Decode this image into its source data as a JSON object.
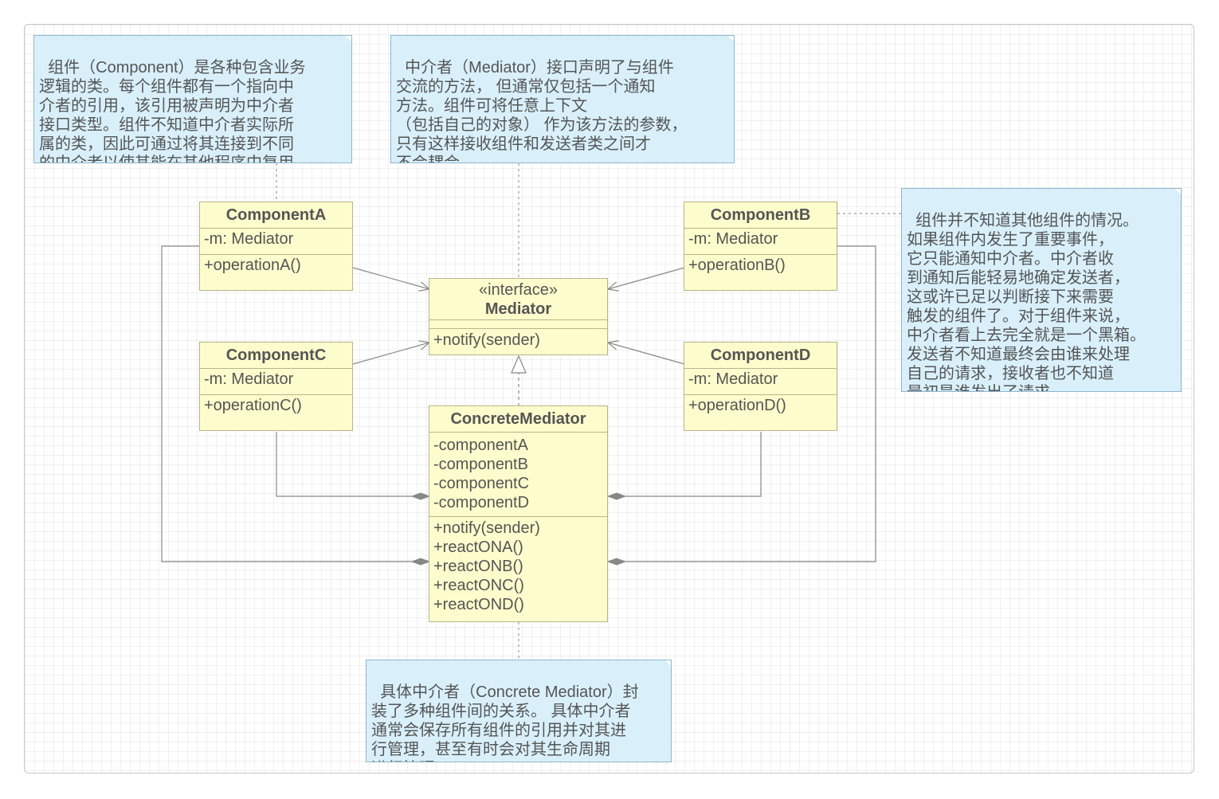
{
  "notes": {
    "component": "组件（Component）是各种包含业务\n逻辑的类。每个组件都有一个指向中\n介者的引用，该引用被声明为中介者\n接口类型。组件不知道中介者实际所\n属的类，因此可通过将其连接到不同\n的中介者以使其能在其他程序中复用。",
    "mediator": "中介者（Mediator）接口声明了与组件\n交流的方法， 但通常仅包括一个通知\n方法。组件可将任意上下文\n（包括自己的对象） 作为该方法的参数，\n只有这样接收组件和发送者类之间才\n不会耦合。",
    "components_unaware": "组件并不知道其他组件的情况。\n如果组件内发生了重要事件，\n它只能通知中介者。中介者收\n到通知后能轻易地确定发送者，\n这或许已足以判断接下来需要\n触发的组件了。对于组件来说，\n中介者看上去完全就是一个黑箱。\n发送者不知道最终会由谁来处理\n自己的请求，接收者也不知道\n最初是谁发出了请求。",
    "concrete_mediator": "具体中介者（Concrete Mediator）封\n装了多种组件间的关系。 具体中介者\n通常会保存所有组件的引用并对其进\n行管理，甚至有时会对其生命周期\n进行管理。"
  },
  "classes": {
    "componentA": {
      "name": "ComponentA",
      "field": "-m: Mediator",
      "method": "+operationA()"
    },
    "componentB": {
      "name": "ComponentB",
      "field": "-m: Mediator",
      "method": "+operationB()"
    },
    "componentC": {
      "name": "ComponentC",
      "field": "-m: Mediator",
      "method": "+operationC()"
    },
    "componentD": {
      "name": "ComponentD",
      "field": "-m: Mediator",
      "method": "+operationD()"
    },
    "mediator": {
      "stereotype": "«interface»",
      "name": "Mediator",
      "method": "+notify(sender)"
    },
    "concreteMediator": {
      "name": "ConcreteMediator",
      "fields": [
        "-componentA",
        "-componentB",
        "-componentC",
        "-componentD"
      ],
      "methods": [
        "+notify(sender)",
        "+reactONA()",
        "+reactONB()",
        "+reactONC()",
        "+reactOND()"
      ]
    }
  },
  "colors": {
    "note_fill": "#d9f0fb",
    "class_fill": "#fdfccc",
    "line": "#888888"
  }
}
